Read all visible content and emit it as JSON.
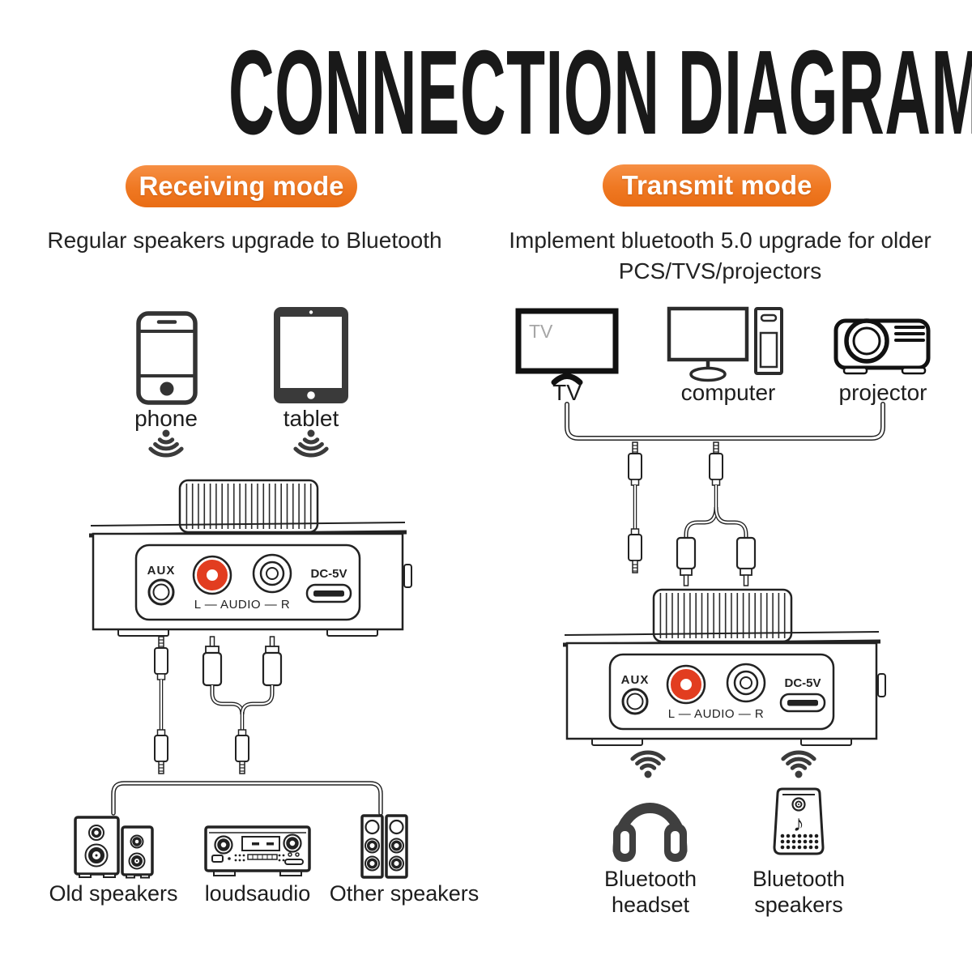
{
  "title": "CONNECTION DIAGRAM",
  "colors": {
    "accent_orange": "#ef7822",
    "rca_red": "#e23d20",
    "line_dark": "#222222"
  },
  "receiving": {
    "badge": "Receiving mode",
    "subtitle": "Regular speakers upgrade to Bluetooth",
    "sources": [
      {
        "label": "phone"
      },
      {
        "label": "tablet"
      }
    ],
    "outputs": [
      {
        "label": "Old speakers"
      },
      {
        "label": "loudsaudio"
      },
      {
        "label": "Other speakers"
      }
    ]
  },
  "transmit": {
    "badge": "Transmit mode",
    "subtitle_line1": "Implement bluetooth 5.0 upgrade for older",
    "subtitle_line2": "PCS/TVS/projectors",
    "tv_screen_label": "TV",
    "sources": [
      {
        "label": "TV"
      },
      {
        "label": "computer"
      },
      {
        "label": "projector"
      }
    ],
    "outputs": [
      {
        "label1": "Bluetooth",
        "label2": "headset"
      },
      {
        "label1": "Bluetooth",
        "label2": "speakers"
      }
    ]
  },
  "device": {
    "aux_label": "AUX",
    "audio_label": "L — AUDIO — R",
    "power_label": "DC-5V",
    "music_note": "♪"
  }
}
